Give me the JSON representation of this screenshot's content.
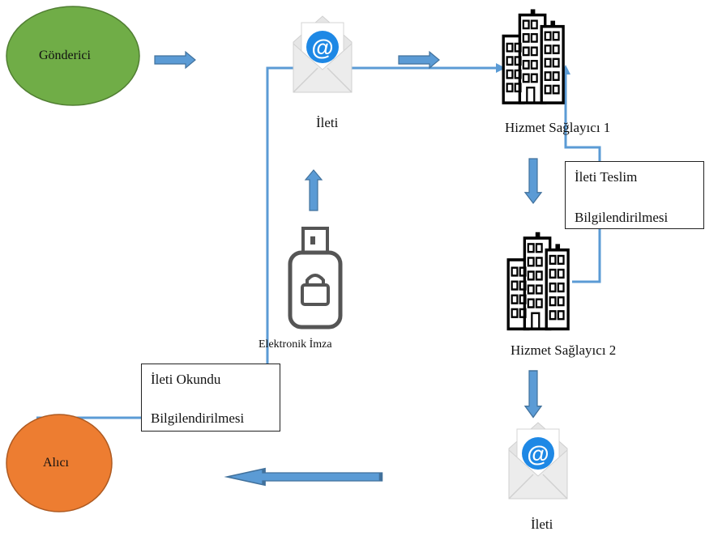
{
  "nodes": {
    "sender": {
      "label": "Gönderici",
      "color": "#70ad47"
    },
    "receiver": {
      "label": "Alıcı",
      "color": "#ed7d31"
    },
    "message_top": {
      "label": "İleti"
    },
    "message_bottom": {
      "label": "İleti"
    },
    "provider_1": {
      "label": "Hizmet Sağlayıcı 1"
    },
    "provider_2": {
      "label": "Hizmet Sağlayıcı 2"
    },
    "e_signature": {
      "label": "Elektronik İmza"
    }
  },
  "notes": {
    "delivery": {
      "line1": "İleti Teslim",
      "line2": "Bilgilendirilmesi"
    },
    "read": {
      "line1": "İleti Okundu",
      "line2": "Bilgilendirilmesi"
    }
  },
  "colors": {
    "flow_line": "#5b9bd5",
    "arrow_fill": "#5b9bd5",
    "arrow_stroke": "#41719c",
    "icon": "#000000",
    "envelope": "#e0e0e0",
    "at_badge": "#1e88e5"
  }
}
